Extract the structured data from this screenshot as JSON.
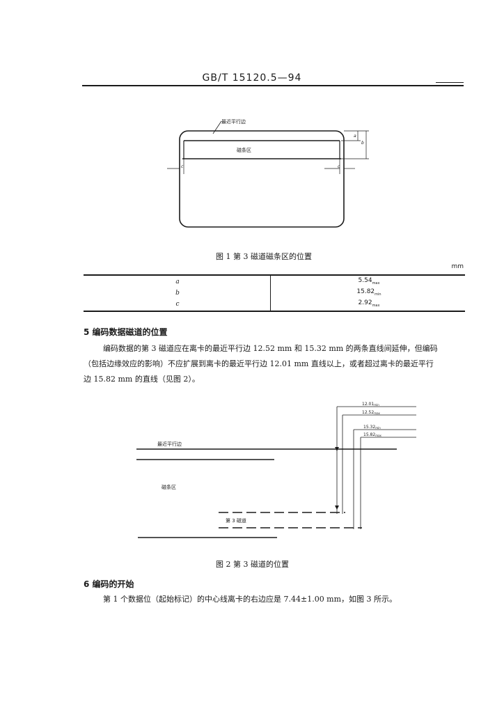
{
  "header": {
    "standard_code": "GB/T 15120.5—94"
  },
  "figure1": {
    "callout": "最近平行边",
    "stripe_label": "磁条区",
    "dim_a": "a",
    "dim_b": "b",
    "dim_c": "c",
    "caption": "图 1   第 3 磁道磁条区的位置"
  },
  "table": {
    "unit": "mm",
    "rows": [
      {
        "param": "a",
        "value": "5.54",
        "qual": "max"
      },
      {
        "param": "b",
        "value": "15.82",
        "qual": "min"
      },
      {
        "param": "c",
        "value": "2.92",
        "qual": "max"
      }
    ]
  },
  "section5": {
    "heading": "5   编码数据磁道的位置",
    "para_line1": "编码数据的第 3 磁道应在离卡的最近平行边 12.52 mm 和 15.32 mm 的两条直线间延伸，但编码",
    "para_line2": "（包括边缘效应的影响）不应扩展到离卡的最近平行边 12.01 mm 直线以上，或者超过离卡的最近平行",
    "para_line3": "边 15.82 mm 的直线（见图 2）。"
  },
  "figure2": {
    "edge_label": "最近平行边",
    "stripe_label": "磁条区",
    "track_label": "第 3 磁道",
    "dim1_value": "12.01",
    "dim1_qual": "min",
    "dim2_value": "12.52",
    "dim2_qual": "max",
    "dim3_value": "15.32",
    "dim3_qual": "min",
    "dim4_value": "15.82",
    "dim4_qual": "max",
    "caption": "图 2   第 3 磁道的位置"
  },
  "section6": {
    "heading": "6   编码的开始",
    "para": "第 1 个数据位（起始标记）的中心线离卡的右边应是 7.44±1.00 mm，如图 3 所示。"
  }
}
